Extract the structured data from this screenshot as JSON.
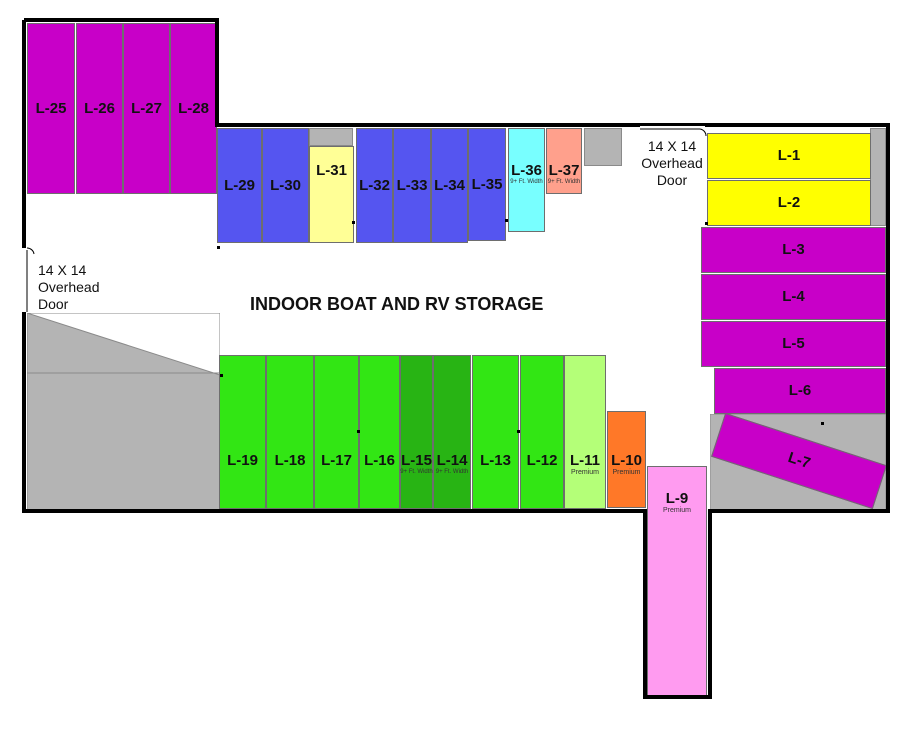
{
  "title": "INDOOR BOAT AND RV STORAGE",
  "doors": [
    {
      "id": "door-top-right",
      "lines": [
        "14 X 14",
        "Overhead",
        "Door"
      ]
    },
    {
      "id": "door-left",
      "lines": [
        "14 X 14",
        "Overhead",
        "Door"
      ]
    }
  ],
  "colors": {
    "magenta": "#c800c8",
    "blue": "#5555f0",
    "light_yellow": "#ffff96",
    "yellow": "#ffff00",
    "cyan": "#78ffff",
    "salmon": "#ffa08c",
    "green": "#32e614",
    "dark_green": "#28b414",
    "light_green": "#b4ff78",
    "orange": "#ff7828",
    "pink": "#ff9bf0",
    "gray": "#b4b4b4",
    "wall": "#000000"
  },
  "spaces": {
    "L25": {
      "label": "L-25"
    },
    "L26": {
      "label": "L-26"
    },
    "L27": {
      "label": "L-27"
    },
    "L28": {
      "label": "L-28"
    },
    "L29": {
      "label": "L-29"
    },
    "L30": {
      "label": "L-30"
    },
    "L31": {
      "label": "L-31"
    },
    "L32": {
      "label": "L-32"
    },
    "L33": {
      "label": "L-33"
    },
    "L34": {
      "label": "L-34"
    },
    "L35": {
      "label": "L-35"
    },
    "L36": {
      "label": "L-36",
      "note": "9+ Ft. Width"
    },
    "L37": {
      "label": "L-37",
      "note": "9+ Ft. Width"
    },
    "L1": {
      "label": "L-1"
    },
    "L2": {
      "label": "L-2"
    },
    "L3": {
      "label": "L-3"
    },
    "L4": {
      "label": "L-4"
    },
    "L5": {
      "label": "L-5"
    },
    "L6": {
      "label": "L-6"
    },
    "L7": {
      "label": "L-7"
    },
    "L19": {
      "label": "L-19"
    },
    "L18": {
      "label": "L-18"
    },
    "L17": {
      "label": "L-17"
    },
    "L16": {
      "label": "L-16"
    },
    "L15": {
      "label": "L-15",
      "note": "9+ Ft. Width"
    },
    "L14": {
      "label": "L-14",
      "note": "9+ Ft. Width"
    },
    "L13": {
      "label": "L-13"
    },
    "L12": {
      "label": "L-12"
    },
    "L11": {
      "label": "L-11",
      "sub": "Premium"
    },
    "L10": {
      "label": "L-10",
      "sub": "Premium"
    },
    "L9": {
      "label": "L-9",
      "sub": "Premium"
    }
  }
}
